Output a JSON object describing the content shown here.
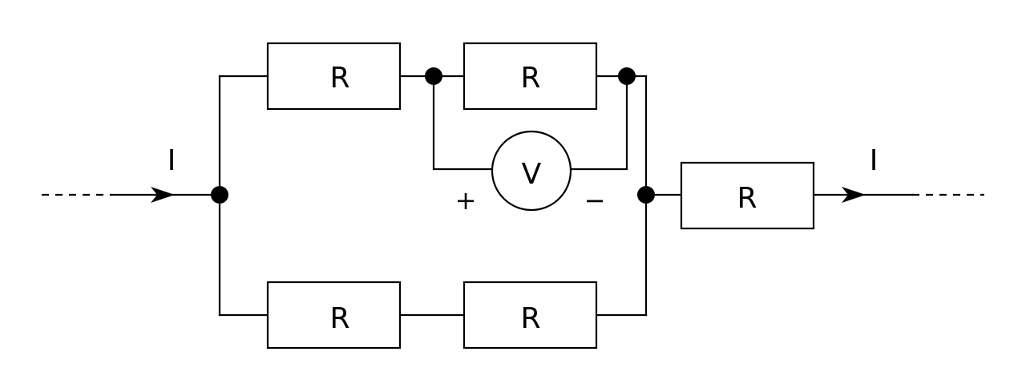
{
  "diagram": {
    "current_label_in": "I",
    "current_label_out": "I",
    "resistor_label": "R",
    "voltmeter_label": "V",
    "plus_sign": "+",
    "minus_sign": "−"
  },
  "colors": {
    "stroke": "#000000",
    "background": "#ffffff"
  }
}
